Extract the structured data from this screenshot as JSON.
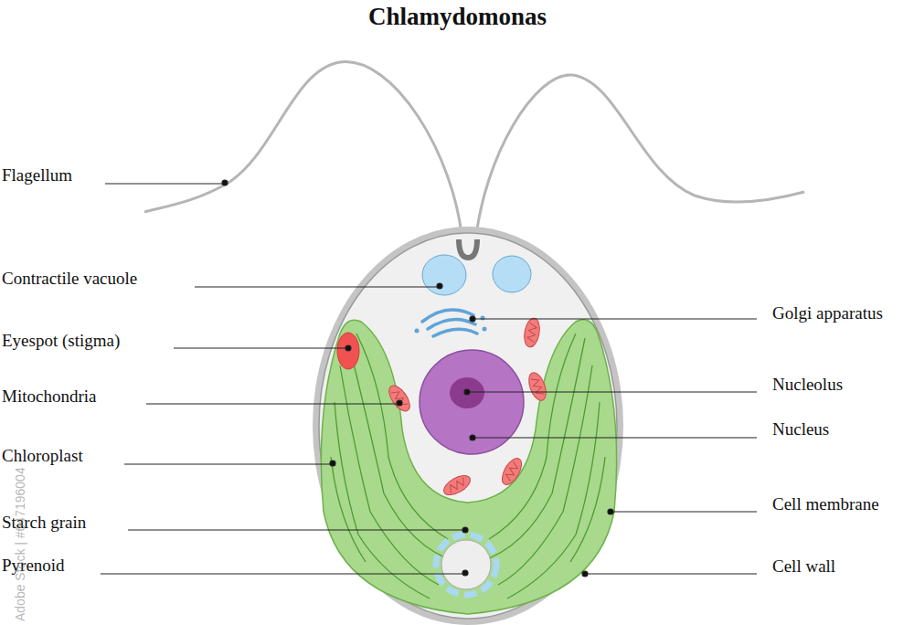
{
  "diagram": {
    "title": "Chlamydomonas",
    "labels": [
      "Flagellum",
      "Contractile vacuole",
      "Eyespot (stigma)",
      "Mitochondria",
      "Chloroplast",
      "Starch grain",
      "Pyrenoid",
      "Golgi apparatus",
      "Nucleolus",
      "Nucleus",
      "Cell membrane",
      "Cell wall",
      "Adobe Stock | #647196004"
    ]
  }
}
